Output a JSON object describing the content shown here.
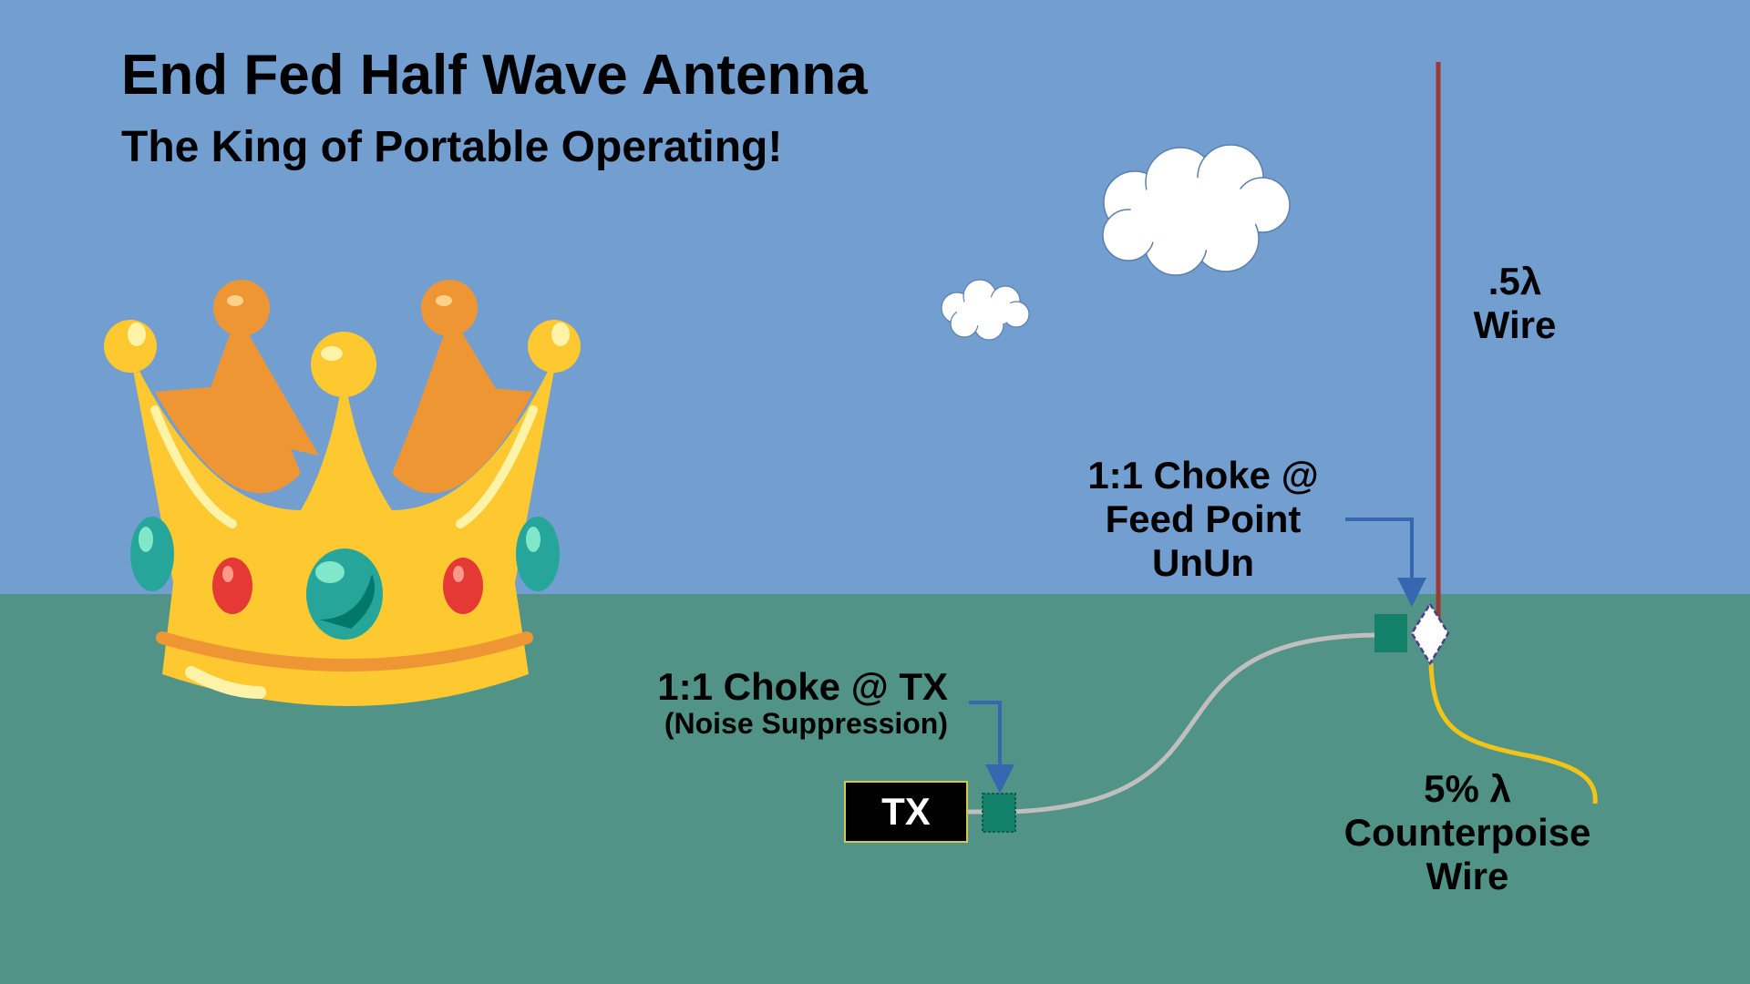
{
  "title": "End Fed Half Wave Antenna",
  "subtitle": "The King of Portable Operating!",
  "labels": {
    "antenna_wire_line1": ".5λ",
    "antenna_wire_line2": "Wire",
    "feedpoint_choke_line1": "1:1 Choke @",
    "feedpoint_choke_line2": "Feed Point",
    "feedpoint_choke_line3": "UnUn",
    "tx_choke": "1:1 Choke @ TX",
    "tx_choke_note": "(Noise Suppression)",
    "counterpoise_line1": "5% λ",
    "counterpoise_line2": "Counterpoise",
    "counterpoise_line3": "Wire",
    "transmitter": "TX"
  },
  "colors": {
    "sky": "#729fcf",
    "ground": "#519387",
    "antenna_wire": "#9b3a33",
    "coax": "#bfbfbf",
    "counterpoise": "#f2c418",
    "choke": "#13806a",
    "arrow": "#3767b1",
    "crown_gold": "#fdc830",
    "crown_orange": "#ef9634"
  }
}
